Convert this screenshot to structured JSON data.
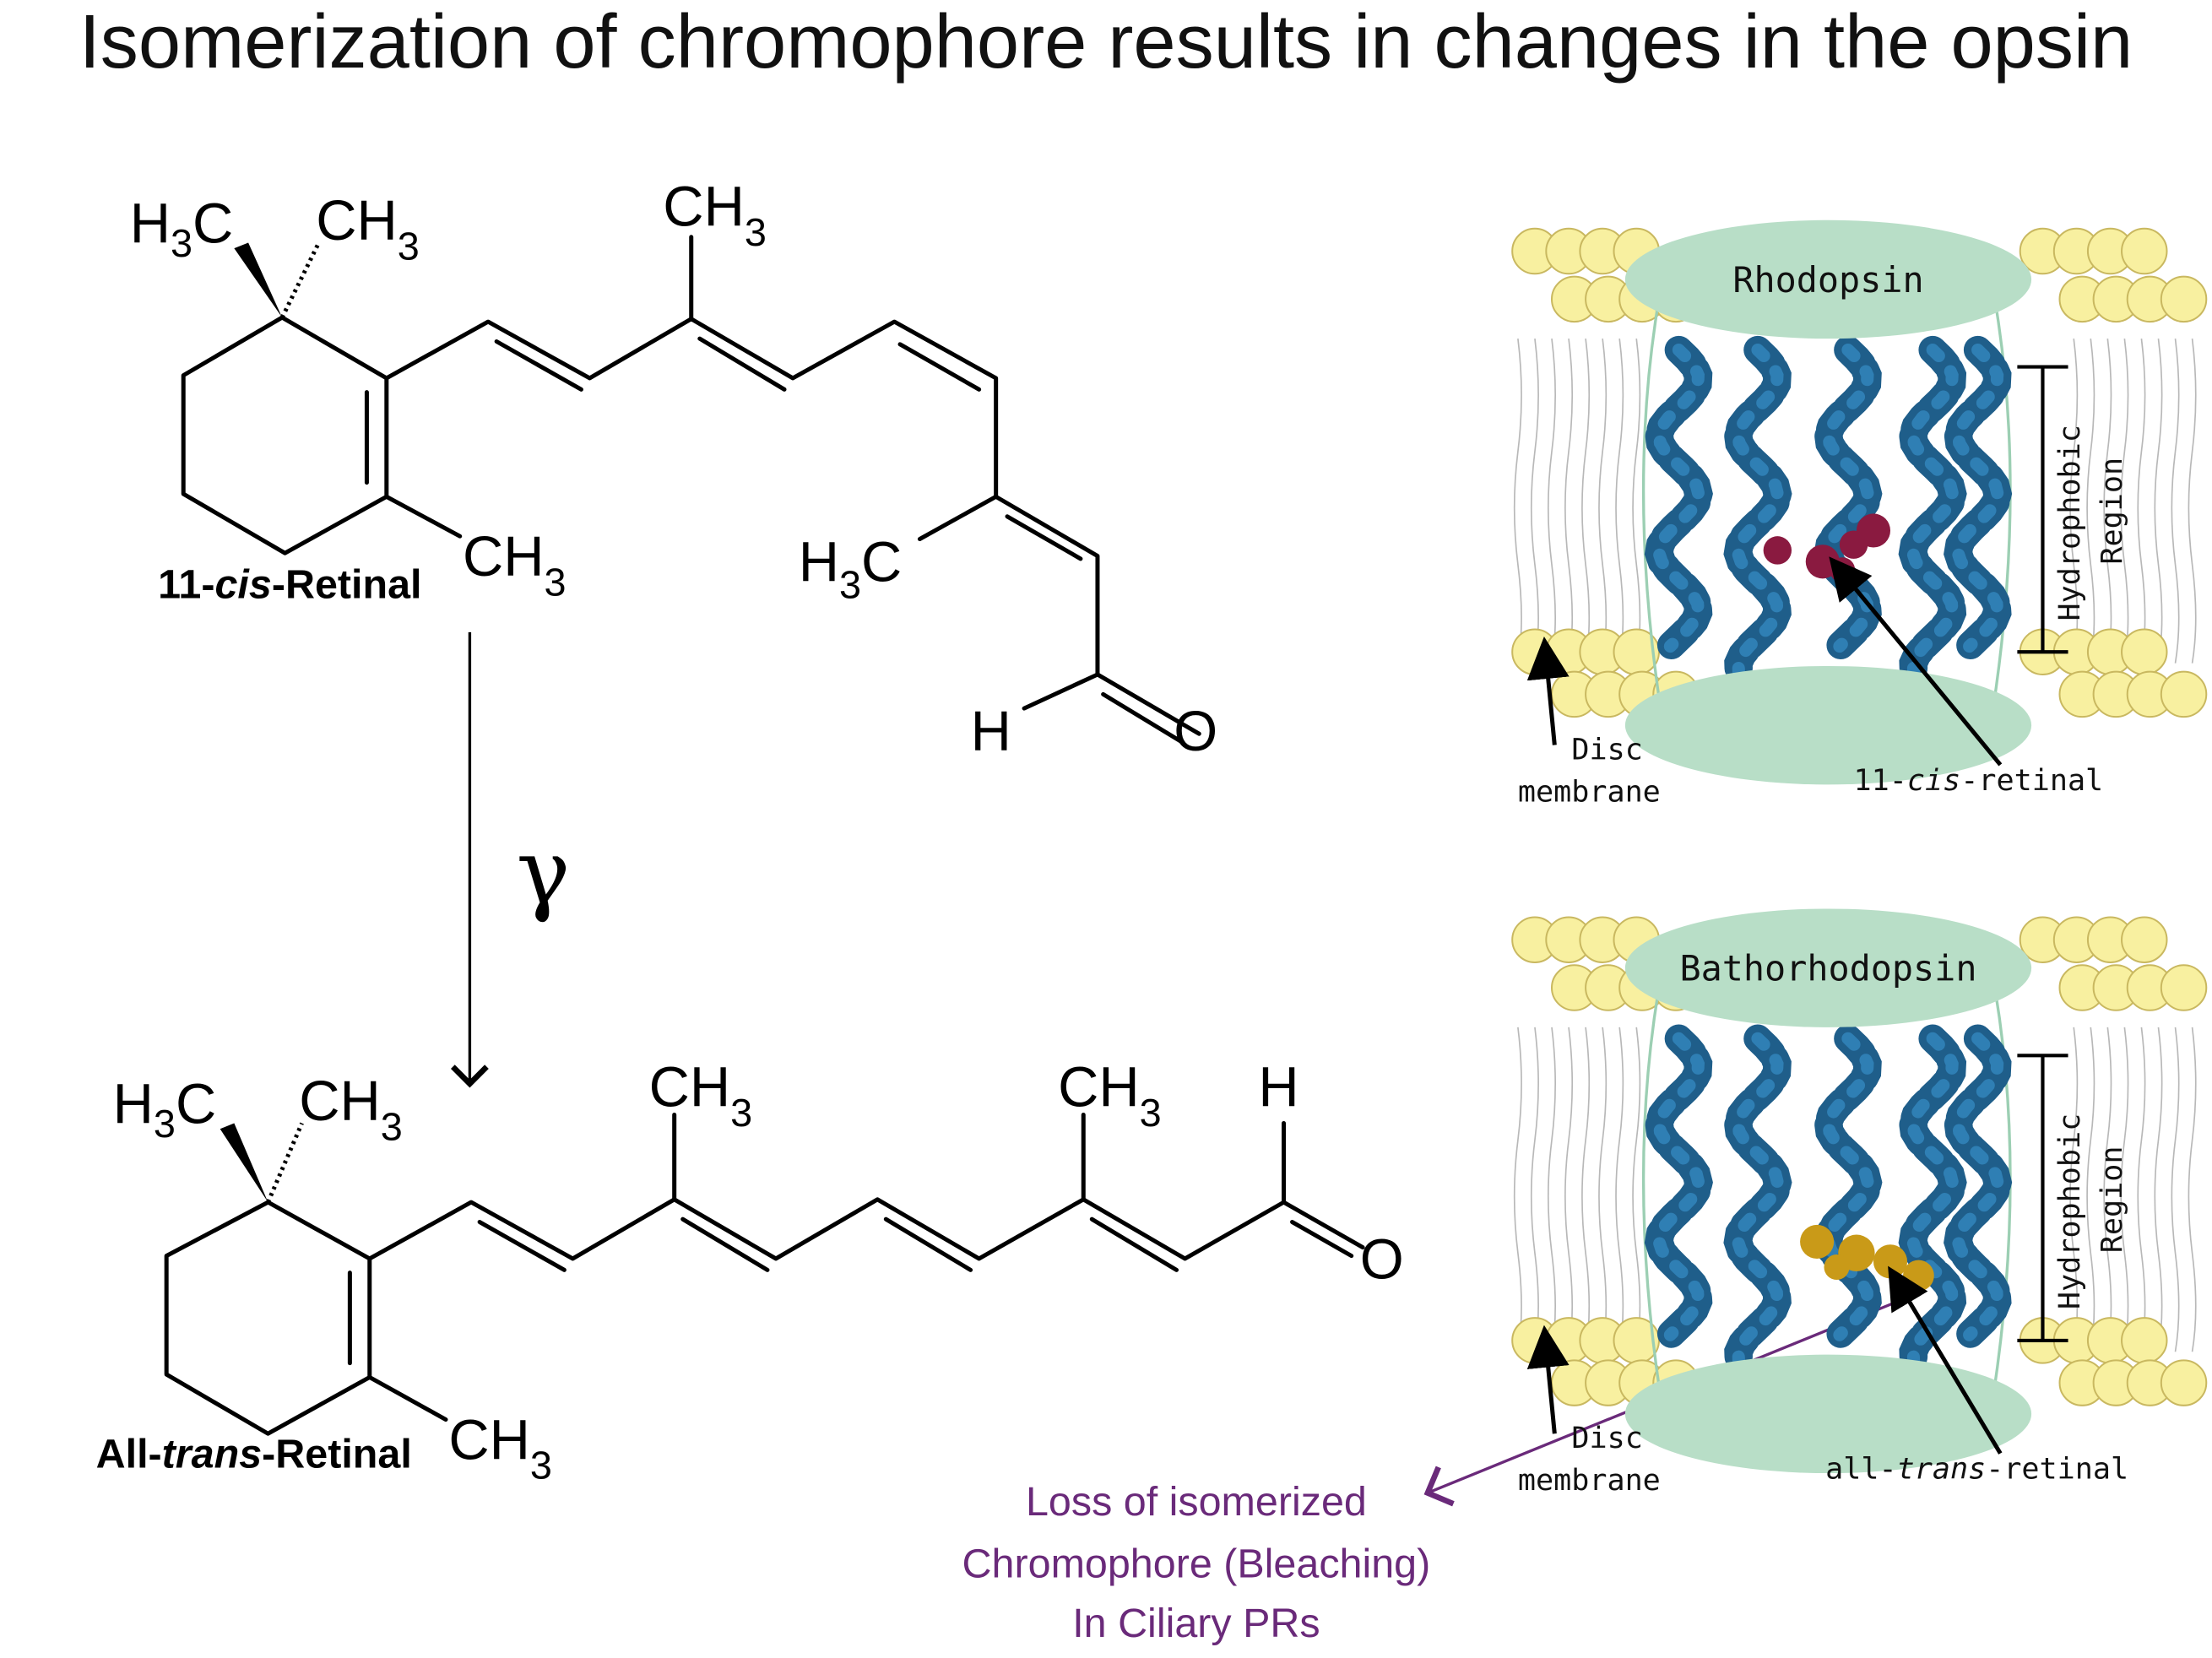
{
  "title": "Isomerization of chromophore results in changes in the opsin",
  "molecules": {
    "cis": {
      "label": {
        "pre": "11-",
        "italic": "cis",
        "post": "-Retinal"
      },
      "atoms": [
        "H3C",
        "CH3",
        "CH3",
        "CH3",
        "H3C",
        "H",
        "O"
      ]
    },
    "trans": {
      "label": {
        "pre": "All-",
        "italic": "trans",
        "post": "-Retinal"
      },
      "atoms": [
        "H3C",
        "CH3",
        "CH3",
        "CH3",
        "CH3",
        "H",
        "O"
      ]
    }
  },
  "reaction_symbol": "γ",
  "panels": {
    "top": {
      "protein": "Rhodopsin",
      "region": [
        "Hydrophobic",
        "Region"
      ],
      "membrane": [
        "Disc",
        "membrane"
      ],
      "chromophore": {
        "pre": "11-",
        "italic": "cis",
        "post": "-retinal"
      },
      "chromophore_color": "#8a1a40"
    },
    "bottom": {
      "protein": "Bathorhodopsin",
      "region": [
        "Hydrophobic",
        "Region"
      ],
      "membrane": [
        "Disc",
        "membrane"
      ],
      "chromophore": {
        "pre": "all-",
        "italic": "trans",
        "post": "-retinal"
      },
      "chromophore_color": "#c99a18"
    }
  },
  "annotation": {
    "lines": [
      "Loss of isomerized",
      "Chromophore (Bleaching)",
      "In Ciliary PRs"
    ],
    "color": "#6a2a7a"
  },
  "colors": {
    "opsin_ellipse": "#b8dec7",
    "helix": "#1f5e8a",
    "lipid_head": "#f8f0a0"
  }
}
